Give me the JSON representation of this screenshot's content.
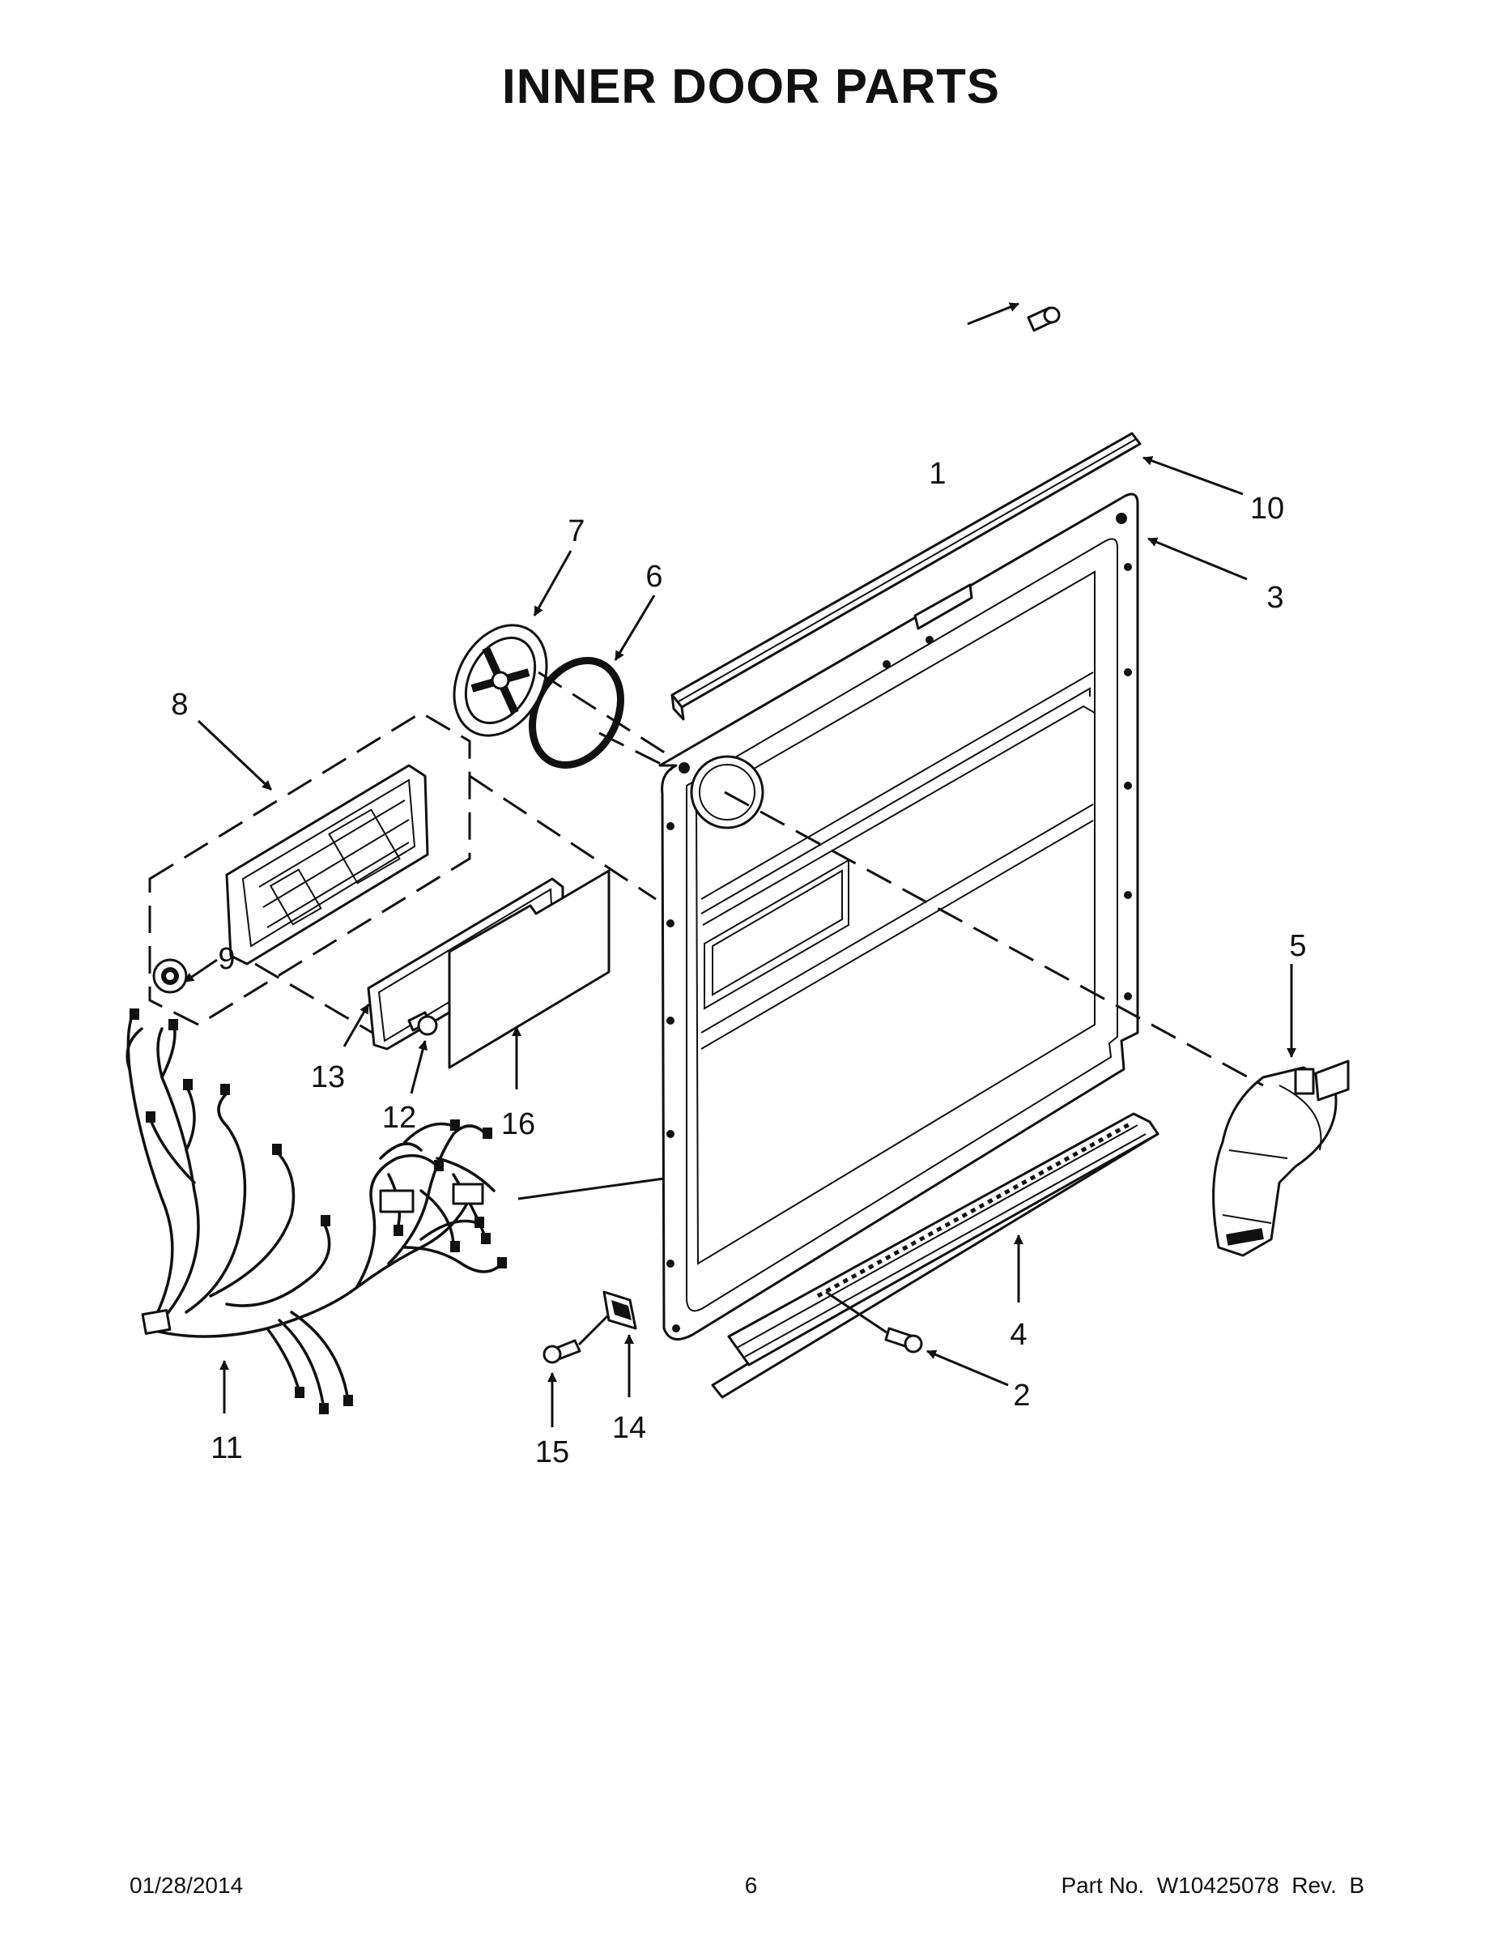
{
  "title": "INNER DOOR PARTS",
  "callouts": [
    "1",
    "2",
    "3",
    "4",
    "5",
    "6",
    "7",
    "8",
    "9",
    "10",
    "11",
    "12",
    "13",
    "14",
    "15",
    "16"
  ],
  "footer": {
    "date": "01/28/2014",
    "page": "6",
    "part_number": "Part No.  W10425078  Rev.  B"
  }
}
